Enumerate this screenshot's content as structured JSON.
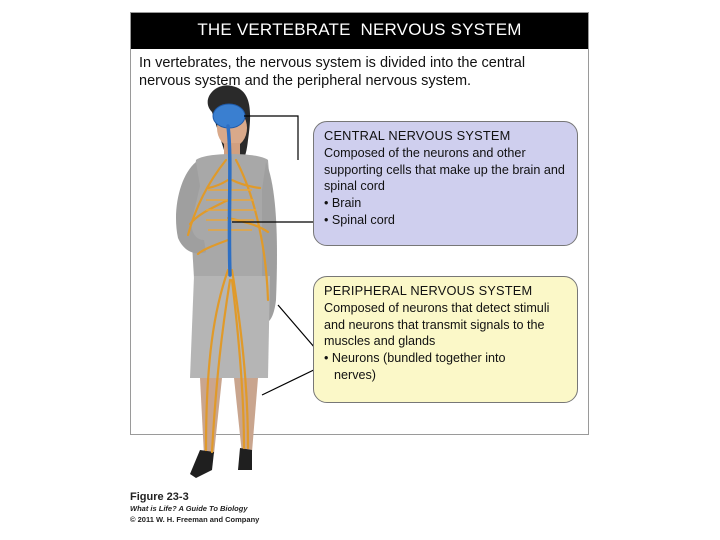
{
  "header": {
    "title": "THE VERTEBRATE  NERVOUS SYSTEM"
  },
  "intro": "In vertebrates, the nervous system is divided into the central nervous system and the peripheral nervous system.",
  "cns_box": {
    "heading": "CENTRAL NERVOUS SYSTEM",
    "description": "Composed of the neurons and other supporting cells that make up the brain and spinal cord",
    "bullets": [
      "• Brain",
      "• Spinal cord"
    ]
  },
  "pns_box": {
    "heading": "PERIPHERAL NERVOUS SYSTEM",
    "description": "Composed of neurons that detect stimuli and neurons that transmit signals to the muscles and glands",
    "bullet_first": "• Neurons (bundled together into",
    "bullet_cont": "nerves)"
  },
  "caption": {
    "figure": "Figure 23-3",
    "book": "What is Life? A Guide To Biology",
    "copyright": "© 2011 W. H. Freeman and Company"
  },
  "colors": {
    "cns_fill": "#cfcfee",
    "pns_fill": "#fbf8c8",
    "nerve_orange": "#e09a2a",
    "brain_blue": "#3a7fd0"
  }
}
